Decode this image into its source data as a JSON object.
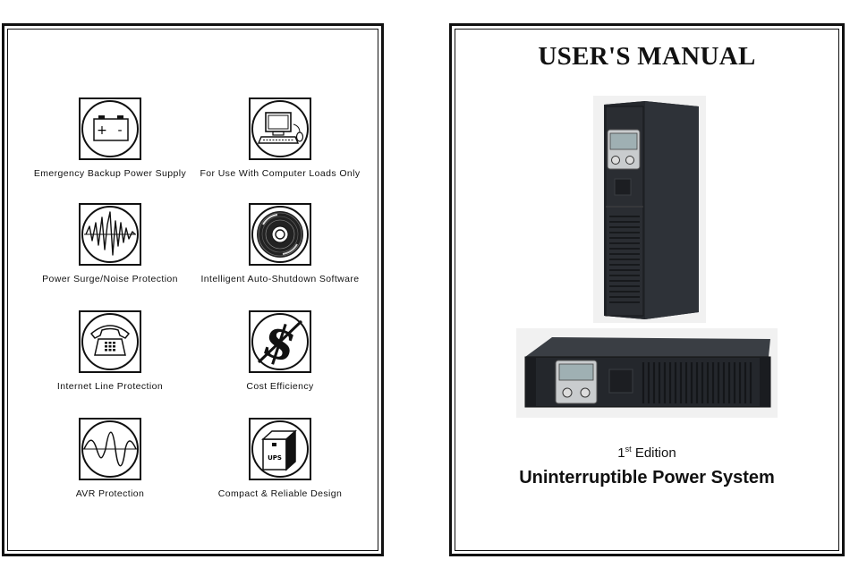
{
  "left_page": {
    "features": [
      {
        "label": "Emergency Backup Power Supply",
        "icon": "battery-icon"
      },
      {
        "label": "For Use With Computer Loads Only",
        "icon": "computer-icon"
      },
      {
        "label": "Power Surge/Noise Protection",
        "icon": "surge-wave-icon"
      },
      {
        "label": "Intelligent Auto-Shutdown Software",
        "icon": "cd-disc-icon"
      },
      {
        "label": "Internet Line Protection",
        "icon": "telephone-icon"
      },
      {
        "label": "Cost Efficiency",
        "icon": "dollar-sign-icon"
      },
      {
        "label": "AVR Protection",
        "icon": "sine-wave-icon"
      },
      {
        "label": "Compact & Reliable Design",
        "icon": "ups-box-icon"
      }
    ],
    "icon_text": {
      "battery_plus": "+",
      "battery_minus": "-",
      "dollar": "$",
      "ups_box": "UPS"
    }
  },
  "right_page": {
    "title": "USER'S MANUAL",
    "edition_number": "1",
    "edition_suffix": "st",
    "edition_word": "Edition",
    "subtitle": "Uninterruptible Power System",
    "images": [
      "tower-ups-image",
      "rack-ups-image"
    ]
  },
  "colors": {
    "ink": "#111111",
    "ups_body": "#2b2e33",
    "ups_body_dark": "#1c1e22",
    "lcd": "#9fb0b3"
  }
}
